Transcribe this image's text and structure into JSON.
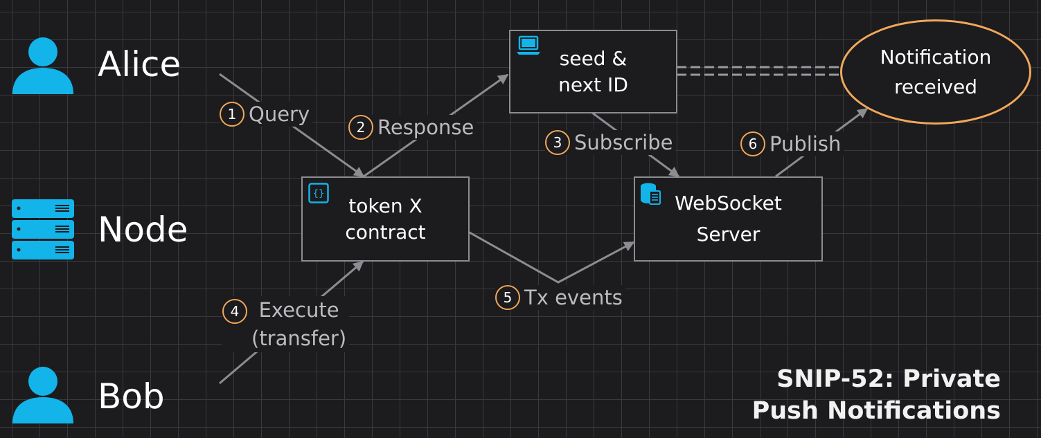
{
  "actors": [
    {
      "label": "Alice",
      "icon": "person-icon"
    },
    {
      "label": "Node",
      "icon": "server-icon"
    },
    {
      "label": "Bob",
      "icon": "person-icon"
    }
  ],
  "nodes": {
    "seed_box": {
      "line1": "seed &",
      "line2": "next ID",
      "icon": "laptop-icon"
    },
    "contract_box": {
      "line1": "token X",
      "line2": "contract",
      "icon": "code-braces-icon"
    },
    "websocket_box": {
      "line1": "WebSocket",
      "line2": "Server",
      "icon": "database-icon"
    },
    "notification": {
      "line1": "Notification",
      "line2": "received"
    }
  },
  "steps": [
    {
      "num": "1",
      "label": "Query"
    },
    {
      "num": "2",
      "label": "Response"
    },
    {
      "num": "3",
      "label": "Subscribe"
    },
    {
      "num": "4",
      "label": "Execute",
      "label2": "(transfer)"
    },
    {
      "num": "5",
      "label": "Tx events"
    },
    {
      "num": "6",
      "label": "Publish"
    }
  ],
  "title": {
    "line1": "SNIP-52: Private",
    "line2": "Push Notifications"
  },
  "colors": {
    "background": "#1c1b1e",
    "grid": "#3a393d",
    "icon": "#12b4ea",
    "accent": "#f0a85a",
    "arrow": "#8d8c90"
  }
}
